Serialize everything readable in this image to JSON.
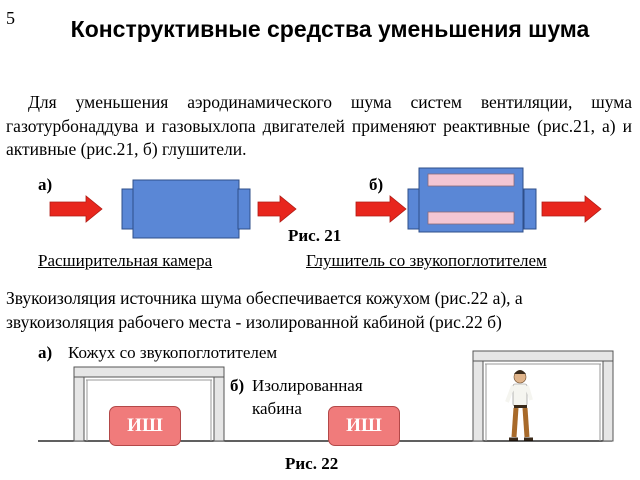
{
  "slide_number": "5",
  "title": "Конструктивные средства уменьшения шума",
  "intro": "Для уменьшения  аэродинамического шума систем вентиляции, шума газотурбонаддува и газовыхлопа двигателей применяют реактивные (рис.21, а) и активные (рис.21, б) глушители.",
  "fig21": {
    "label_a": "а)",
    "label_b": "б)",
    "caption": "Рис. 21",
    "name_a": "Расширительная камера",
    "name_b": "Глушитель со звукопоглотителем"
  },
  "para2": "Звукоизоляция источника шума обеспечивается кожухом (рис.22 а), а звукоизоляция рабочего места - изолированной кабиной (рис.22 б)",
  "fig22": {
    "label_a": "а)",
    "name_a": "Кожух со звукопоглотителем",
    "label_b": "б)",
    "name_b_line1": "Изолированная",
    "name_b_line2": "кабина",
    "source_left": "ИШ",
    "source_right": "ИШ",
    "caption": "Рис. 22"
  },
  "colors": {
    "arrow": "#e8261d",
    "chamber": "#5a87d6",
    "absorber": "#f3c6d3",
    "panel": "#e6e6e6",
    "source": "#f07b7b"
  }
}
